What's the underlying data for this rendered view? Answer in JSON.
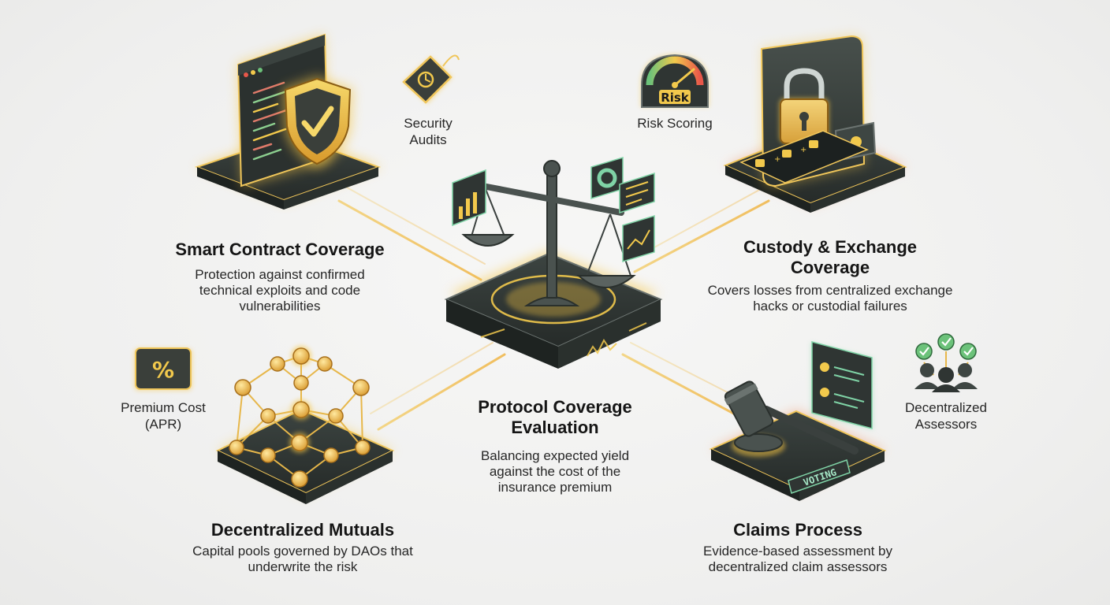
{
  "center": {
    "title": "Protocol Coverage Evaluation",
    "description": "Balancing expected yield against the cost of the insurance premium"
  },
  "pillars": {
    "smart_contract": {
      "title": "Smart Contract Coverage",
      "description": "Protection against confirmed technical exploits and code vulnerabilities"
    },
    "custody": {
      "title": "Custody & Exchange Coverage",
      "description": "Covers losses from centralized exchange hacks or custodial failures"
    },
    "mutuals": {
      "title": "Decentralized Mutuals",
      "description": "Capital pools governed by DAOs that underwrite the risk"
    },
    "claims": {
      "title": "Claims Process",
      "description": "Evidence-based assessment by decentralized claim assessors"
    }
  },
  "factors": {
    "security_audits": "Security Audits",
    "risk_scoring": "Risk Scoring",
    "premium_cost": "Premium Cost (APR)",
    "assessors": "Decentralized Assessors"
  },
  "icons": {
    "gauge_text": "Risk",
    "gavel_plate": "VOTING",
    "premium_symbol": "%"
  },
  "colors": {
    "glow_gold": "#f5c542",
    "panel_dark": "#2f3533",
    "connector": "#f0c65a",
    "accent_green": "#7fd3a6",
    "accent_red": "#e8574a"
  }
}
